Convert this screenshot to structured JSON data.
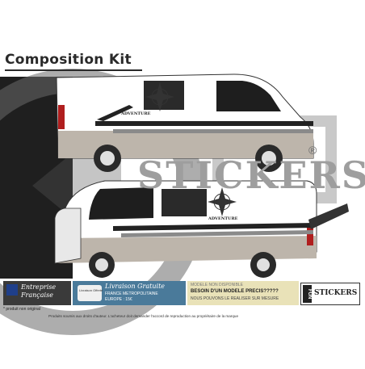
{
  "header": {
    "title": "Composition Kit"
  },
  "watermark": {
    "brand": "STICKERS",
    "registered": "®"
  },
  "vans": {
    "decal_label_top": "ADVENTURE",
    "decal_label_bottom": "ADVENTURE"
  },
  "footer": {
    "company_line1": "Entreprise",
    "company_line2": "Française",
    "delivery_tag": "Livraison Offerte",
    "delivery_title": "Livraison Gratuite",
    "delivery_sub1": "FRANCE METROPOLITAINE",
    "delivery_sub2": "EUROPE : 15€",
    "custom_line1": "MODELE NON DISPONIBLE",
    "custom_line2": "BESOIN D'UN MODELE PRECIS?????",
    "custom_line3": "NOUS POUVONS LE REALISER SUR MESURE",
    "badge_fun": "FUN",
    "badge_stickers": "STICKERS",
    "not_original": "* produit non original",
    "disclaimer": "Produits soumis aux droits d'auteur. L'acheteur doit demander l'accord de reproduction au propriétaire de la marque"
  },
  "colors": {
    "accent_dark": "#222222",
    "decal_grey": "#8a8a8a",
    "van_body": "#ffffff",
    "van_lower": "#bdb5ab"
  }
}
